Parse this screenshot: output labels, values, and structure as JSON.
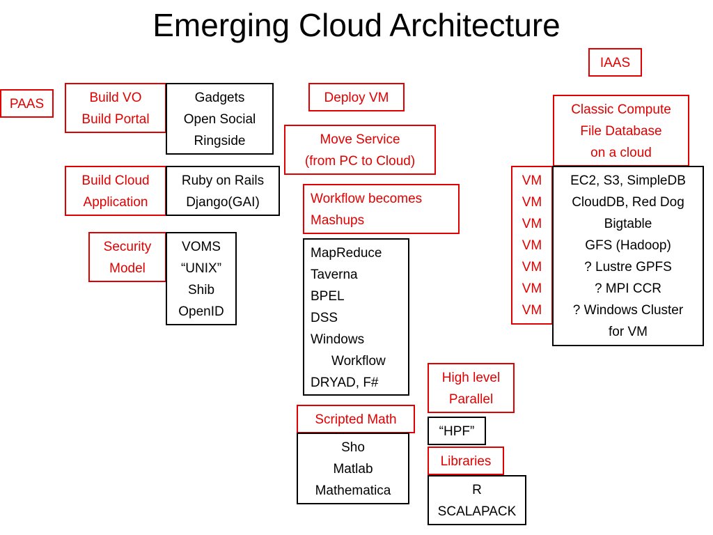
{
  "title": "Emerging Cloud Architecture",
  "colors": {
    "red": "#e00000",
    "black": "#000000",
    "background": "#ffffff"
  },
  "boxes": {
    "iaas": [
      "IAAS"
    ],
    "paas": [
      "PAAS"
    ],
    "build_vo": [
      "Build VO",
      "Build Portal"
    ],
    "gadgets": [
      "Gadgets",
      "Open Social",
      "Ringside"
    ],
    "deploy_vm": [
      "Deploy VM"
    ],
    "move_service": [
      "Move Service",
      "(from PC to Cloud)"
    ],
    "classic_compute": [
      "Classic Compute",
      "File Database",
      "on a cloud"
    ],
    "build_cloud": [
      "Build Cloud",
      "Application"
    ],
    "ruby": [
      "Ruby on Rails",
      "Django(GAI)"
    ],
    "workflow_mashups": [
      "Workflow becomes",
      "Mashups"
    ],
    "vm_list": [
      "VM",
      "VM",
      "VM",
      "VM",
      "VM",
      "VM",
      "VM"
    ],
    "ec2_list": [
      "EC2, S3, SimpleDB",
      "CloudDB, Red Dog",
      "Bigtable",
      "GFS (Hadoop)",
      "? Lustre GPFS",
      "? MPI CCR",
      "? Windows Cluster",
      "for VM"
    ],
    "security_model": [
      "Security",
      "Model"
    ],
    "voms": [
      "VOMS",
      "“UNIX”",
      "Shib",
      "OpenID"
    ],
    "mapreduce": [
      "MapReduce",
      "Taverna",
      "BPEL",
      "DSS",
      "Windows",
      "Workflow",
      "DRYAD, F#"
    ],
    "high_level": [
      "High level",
      "Parallel"
    ],
    "scripted_math": [
      "Scripted Math"
    ],
    "hpf": [
      "“HPF”"
    ],
    "sho": [
      "Sho",
      "Matlab",
      "Mathematica"
    ],
    "libraries": [
      "Libraries"
    ],
    "r_scalapack": [
      "R",
      "SCALAPACK"
    ]
  }
}
